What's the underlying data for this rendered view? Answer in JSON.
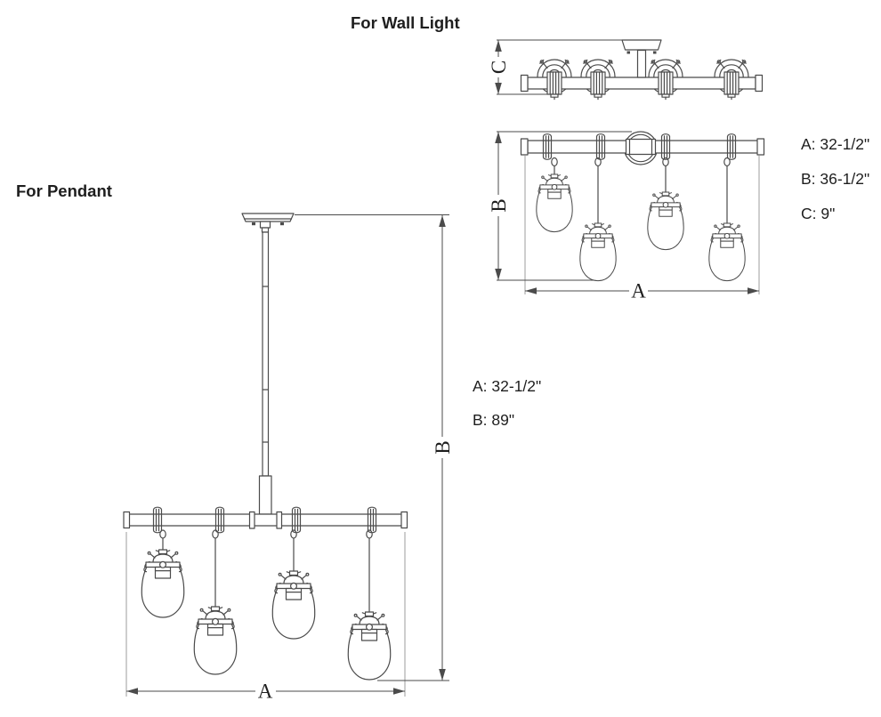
{
  "wall_light": {
    "title": "For Wall Light",
    "labels": {
      "width": "A",
      "height": "B",
      "depth": "C"
    },
    "specs": [
      {
        "label": "A: 32-1/2\""
      },
      {
        "label": "B: 36-1/2\""
      },
      {
        "label": "C: 9\""
      }
    ]
  },
  "pendant": {
    "title": "For Pendant",
    "labels": {
      "width": "A",
      "height": "B"
    },
    "specs": [
      {
        "label": "A: 32-1/2\""
      },
      {
        "label": "B: 89\""
      }
    ]
  },
  "colors": {
    "line": "#4b4b4b",
    "extension_line": "#9c9c9c",
    "text": "#1e1e1e",
    "background": "#ffffff"
  }
}
